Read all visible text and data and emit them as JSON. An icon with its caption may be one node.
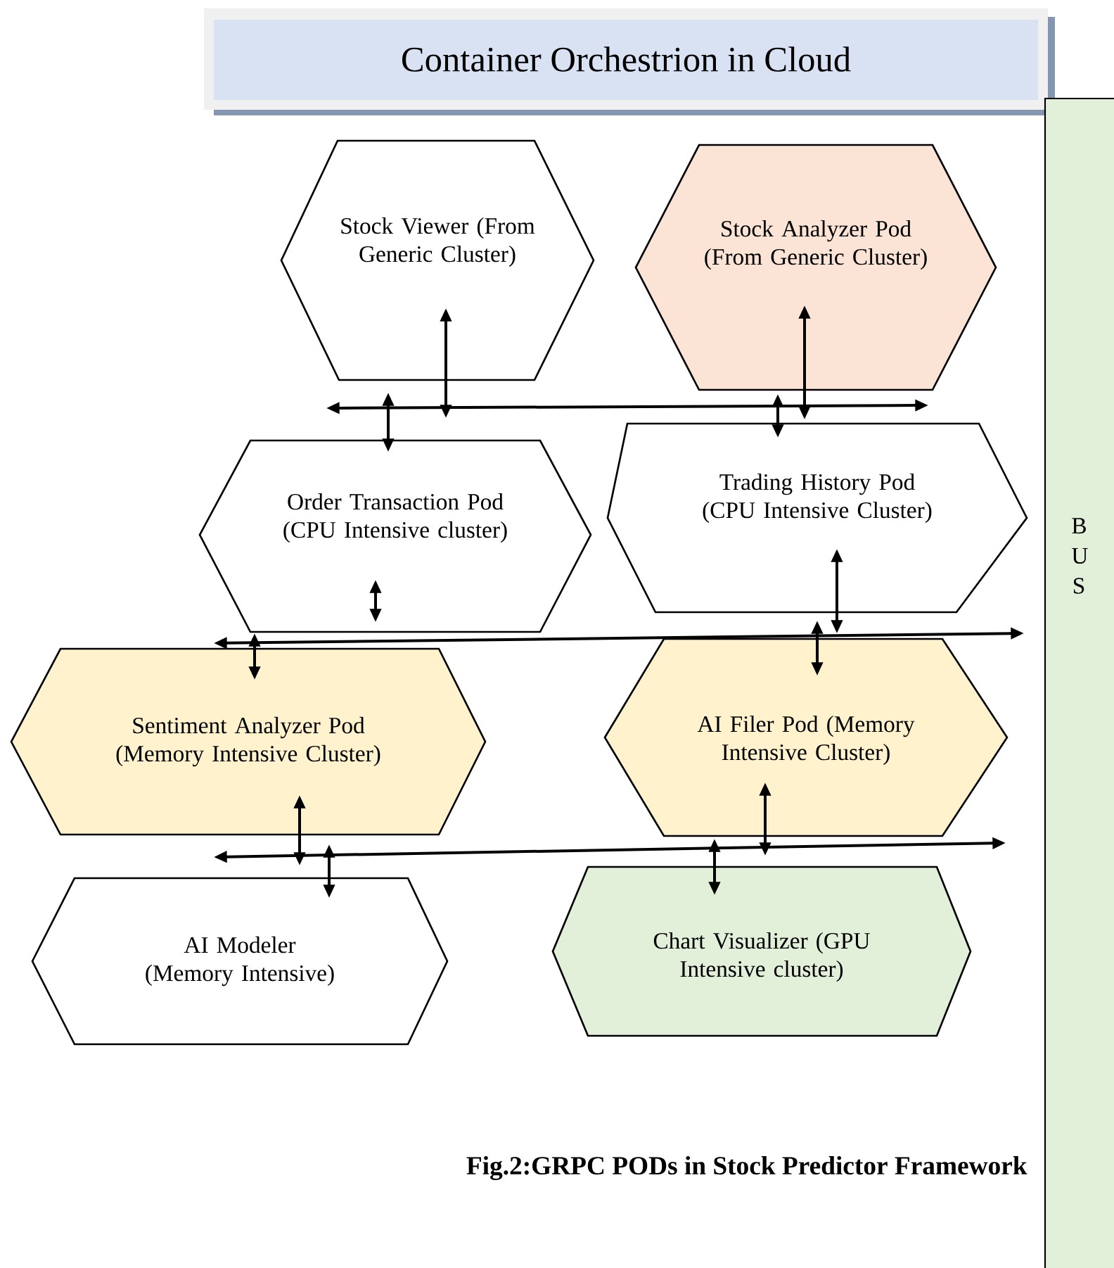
{
  "diagram": {
    "title": "Container Orchestrion in Cloud",
    "caption": "Fig.2:GRPC PODs in Stock Predictor Framework",
    "nodes": [
      {
        "text": [
          "Stock Viewer (From Generic Cluster)"
        ]
      },
      {
        "text": [
          "Stock Analyzer Pod (From Generic Cluster)"
        ]
      },
      {
        "text": [],
        "shape": "line"
      },
      {
        "text": [
          "Order Transaction Pod (CPU Intensive cluster)"
        ]
      },
      {
        "text": [
          "Trading History Pod (CPU Intensive Cluster)"
        ]
      },
      {
        "text": [],
        "shape": "line"
      },
      {
        "text": [
          "Sentiment Analyzer Pod (Memory Intensive Cluster)"
        ]
      },
      {
        "text": [
          "AI Filer Pod (Memory Intensive Cluster)"
        ]
      },
      {
        "text": [],
        "shape": "line"
      },
      {
        "text": [
          "AI Modeler (Memory Intensive)"
        ]
      },
      {
        "text": [
          "Chart Visualizer (GPU Intensive cluster)"
        ]
      },
      {
        "text": [
          "B U S"
        ]
      }
    ],
    "edges": [
      {
        "from": 0,
        "to": 2,
        "arrow": "both"
      },
      {
        "from": 3,
        "to": 2,
        "arrow": "both"
      },
      {
        "from": 1,
        "to": 2,
        "arrow": "both"
      },
      {
        "from": 4,
        "to": 2,
        "arrow": "both"
      },
      {
        "from": 6,
        "to": 5,
        "arrow": "both"
      },
      {
        "from": 4,
        "to": 5,
        "arrow": "both"
      },
      {
        "from": 7,
        "to": 5,
        "arrow": "both"
      },
      {
        "from": 6,
        "to": 8,
        "arrow": "both"
      },
      {
        "from": 9,
        "to": 8,
        "arrow": "both"
      },
      {
        "from": 7,
        "to": 8,
        "arrow": "both"
      },
      {
        "from": 10,
        "to": 8,
        "arrow": "both"
      }
    ]
  }
}
